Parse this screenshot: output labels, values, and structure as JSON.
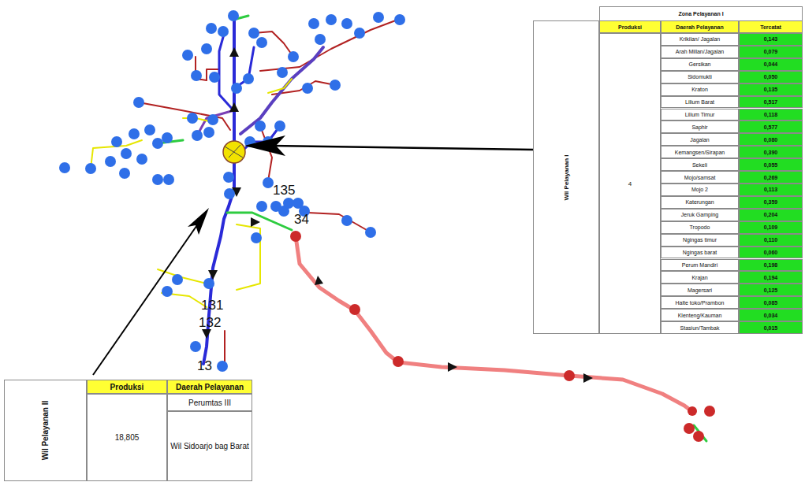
{
  "diagram": {
    "labels": [
      "Zona Pelayanan I",
      "Produksi",
      "Daerah Pelayanan",
      "Tercatat",
      "Wil Pelayanan I",
      "4",
      "Krikilan/ Jagalan",
      "0,143",
      "Arah Millan/Jagalan",
      "0,079",
      "Gersikan",
      "0,044",
      "Sidomukti",
      "0,050",
      "Kraton",
      "0,135",
      "Lilium Barat",
      "0,517",
      "Lilium Timur",
      "0,118",
      "Saphir",
      "0,577",
      "Jagalan",
      "0,080",
      "Kemangsen/Sirapan",
      "0,390",
      "Sekeli",
      "0,055",
      "Mojo/samsat",
      "0,269",
      "Mojo 2",
      "0,113",
      "Katerungan",
      "0,359",
      "Jeruk Gamping",
      "0,204",
      "Tropodo",
      "0,109",
      "Ngingas timur",
      "0,110",
      "Ngingas barat",
      "0,060",
      "Perum Mandiri",
      "0,198",
      "Krajan",
      "0,194",
      "Magersari",
      "0,125",
      "Halte toko/Prambon",
      "0,085",
      "Klenteng/Kauman",
      "0,034",
      "Stasiun/Tambak",
      "0,015",
      "Wil Pelayanan II",
      "Produksi",
      "Daerah Pelayanan",
      "18,805",
      "Perumtas III",
      "Wil Sidoarjo bag Barat",
      "135",
      "34",
      "131",
      "132",
      "13"
    ]
  }
}
